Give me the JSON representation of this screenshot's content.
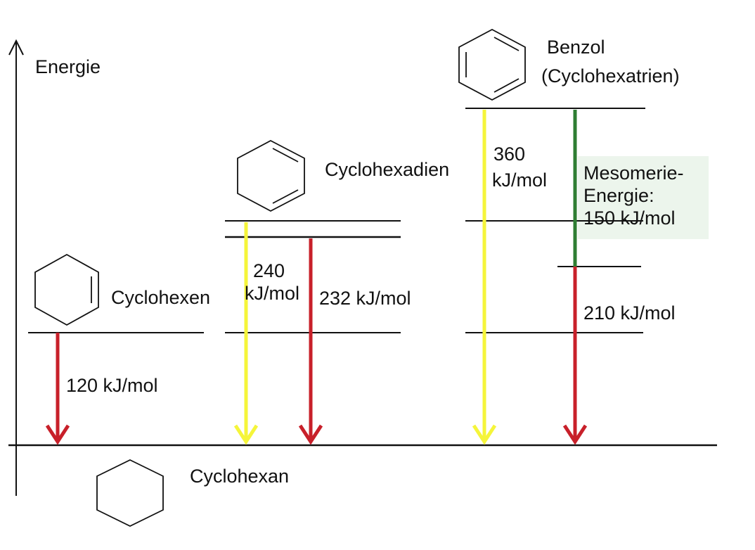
{
  "axis": {
    "label": "Energie"
  },
  "molecules": {
    "cyclohexan": {
      "name": "Cyclohexan"
    },
    "cyclohexen": {
      "name": "Cyclohexen"
    },
    "cyclohexadien": {
      "name": "Cyclohexadien"
    },
    "benzol": {
      "name": "Benzol",
      "subname": "(Cyclohexatrien)"
    }
  },
  "energies": {
    "cyclohexen": "120 kJ/mol",
    "dien_theoretical_value": "240",
    "dien_theoretical_unit": "kJ/mol",
    "dien_measured": "232 kJ/mol",
    "benzol_theoretical_value": "360",
    "benzol_theoretical_unit": "kJ/mol",
    "benzol_measured": "210 kJ/mol"
  },
  "mesomerie": {
    "line1": "Mesomerie-",
    "line2": "Energie:",
    "line3": "150 kJ/mol"
  },
  "colors": {
    "theoretical_arrow": "#f5f53a",
    "measured_arrow": "#c8202a",
    "mesomerie_arrow": "#2e7d32",
    "lines": "#111111"
  }
}
